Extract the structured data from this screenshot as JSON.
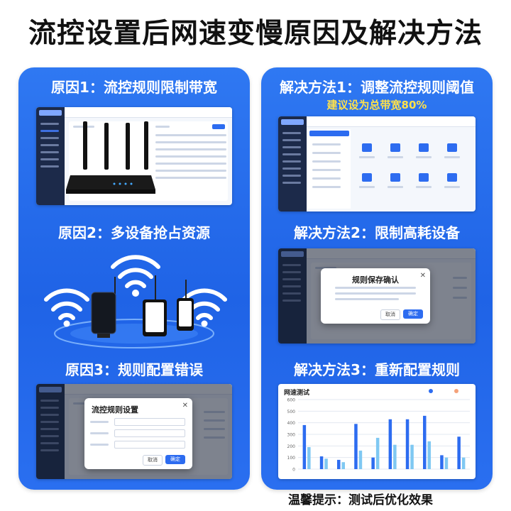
{
  "title": "流控设置后网速变慢原因及解决方法",
  "left_panel": {
    "reason1": {
      "heading": "原因1：流控规则限制带宽"
    },
    "reason2": {
      "heading": "原因2：多设备抢占资源"
    },
    "reason3": {
      "heading": "原因3：规则配置错误",
      "dialog_title": "流控规则设置",
      "dialog_cancel": "取消",
      "dialog_confirm": "确定"
    }
  },
  "right_panel": {
    "solution1": {
      "heading": "解决方法1：调整流控规则阈值",
      "subheading": "建议设为总带宽80%"
    },
    "solution2": {
      "heading": "解决方法2：限制高耗设备",
      "dialog_title": "规则保存确认",
      "dialog_cancel": "取消",
      "dialog_confirm": "确定"
    },
    "solution3": {
      "heading": "解决方法3：重新配置规则",
      "chart_title": "网速测试"
    }
  },
  "footer": "温馨提示：测试后优化效果",
  "colors": {
    "panel_blue": "#2a6ff0",
    "accent_yellow": "#ffe14a",
    "bar_dark": "#2d6cf0",
    "bar_light": "#7fc8f2"
  },
  "chart_data": {
    "type": "bar",
    "title": "网速测试",
    "ylim": [
      0,
      600
    ],
    "yticks": [
      0,
      100,
      200,
      300,
      400,
      500,
      600
    ],
    "series": [
      {
        "values": [
          380,
          110,
          80,
          390,
          100,
          430,
          430,
          460,
          120,
          280
        ]
      },
      {
        "values": [
          190,
          90,
          60,
          160,
          270,
          210,
          210,
          240,
          100,
          100
        ]
      }
    ]
  }
}
